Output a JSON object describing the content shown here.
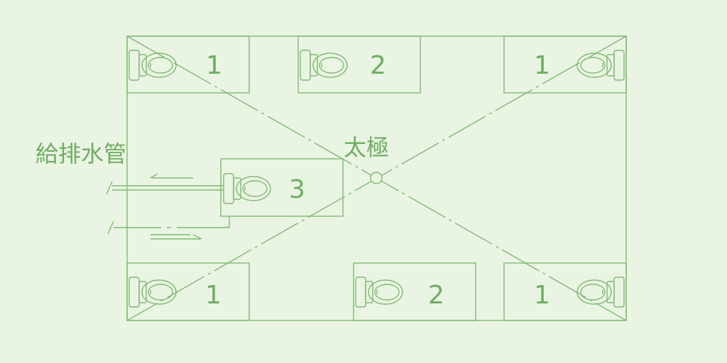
{
  "diagram": {
    "title_pipe": "給排水管",
    "title_pole": "太極",
    "color": "#7fba72",
    "text_color": "#6fae63",
    "rooms": [
      {
        "id": "top-left",
        "label": "1"
      },
      {
        "id": "top-middle",
        "label": "2"
      },
      {
        "id": "top-right",
        "label": "1"
      },
      {
        "id": "center",
        "label": "3"
      },
      {
        "id": "bottom-left",
        "label": "1"
      },
      {
        "id": "bottom-middle",
        "label": "2"
      },
      {
        "id": "bottom-right",
        "label": "1"
      }
    ]
  }
}
